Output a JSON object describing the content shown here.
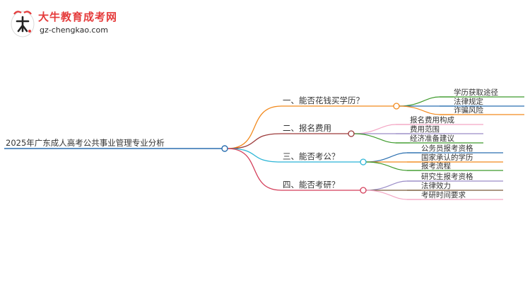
{
  "logo": {
    "title": "大牛教育成考网",
    "url": "gz-chengkao.com"
  },
  "mindmap": {
    "root": "2025年广东成人高考公共事业管理专业分析",
    "branches": [
      {
        "label": "一、能否花钱买学历？",
        "color": "#f28a1e",
        "leaves": [
          {
            "label": "学历获取途径",
            "color": "#3e9b2c"
          },
          {
            "label": "法律规定",
            "color": "#2b6fb0"
          },
          {
            "label": "诈骗风险",
            "color": "#f28a1e"
          }
        ]
      },
      {
        "label": "二、报名费用",
        "color": "#9c3a3a",
        "leaves": [
          {
            "label": "报名费用构成",
            "color": "#f4a6c4"
          },
          {
            "label": "费用范围",
            "color": "#9a8cc7"
          },
          {
            "label": "经济准备建议",
            "color": "#3e9b2c"
          }
        ]
      },
      {
        "label": "三、能否考公？",
        "color": "#2bb5d6",
        "leaves": [
          {
            "label": "公务员报考资格",
            "color": "#2b6fb0"
          },
          {
            "label": "国家承认的学历",
            "color": "#f28a1e"
          },
          {
            "label": "报考流程",
            "color": "#3e9b2c"
          }
        ]
      },
      {
        "label": "四、能否考研？",
        "color": "#d43e5a",
        "leaves": [
          {
            "label": "研究生报考资格",
            "color": "#9a8cc7"
          },
          {
            "label": "法律效力",
            "color": "#7a5a3a"
          },
          {
            "label": "考研时间要求",
            "color": "#f4a6c4"
          }
        ]
      }
    ],
    "root_color": "#2b6fb0"
  }
}
